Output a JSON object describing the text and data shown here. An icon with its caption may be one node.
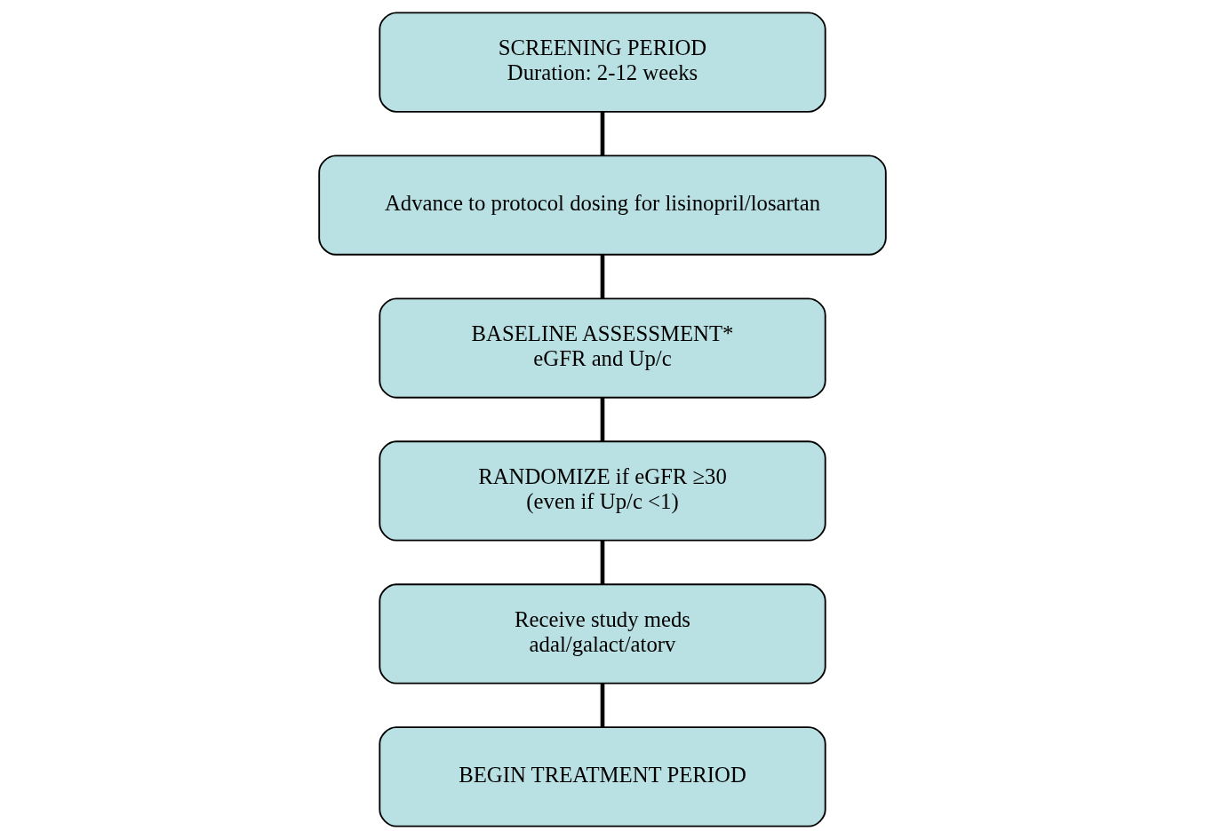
{
  "diagram": {
    "nodes": [
      {
        "text": [
          "SCREENING PERIOD",
          "Duration: 2-12 weeks"
        ]
      },
      {
        "text": [
          "Advance to protocol dosing for lisinopril/losartan"
        ]
      },
      {
        "text": [
          "BASELINE ASSESSMENT*",
          "eGFR and Up/c"
        ]
      },
      {
        "text": [
          "RANDOMIZE if eGFR ≥30",
          "(even if Up/c <1)"
        ]
      },
      {
        "text": [
          "Receive study meds",
          "adal/galact/atorv"
        ]
      },
      {
        "text": [
          "BEGIN TREATMENT PERIOD"
        ]
      }
    ],
    "edges": [
      {
        "from": 0,
        "to": 1,
        "arrow": "none"
      },
      {
        "from": 1,
        "to": 2,
        "arrow": "none"
      },
      {
        "from": 2,
        "to": 3,
        "arrow": "none"
      },
      {
        "from": 3,
        "to": 4,
        "arrow": "none"
      },
      {
        "from": 4,
        "to": 5,
        "arrow": "none"
      }
    ]
  }
}
